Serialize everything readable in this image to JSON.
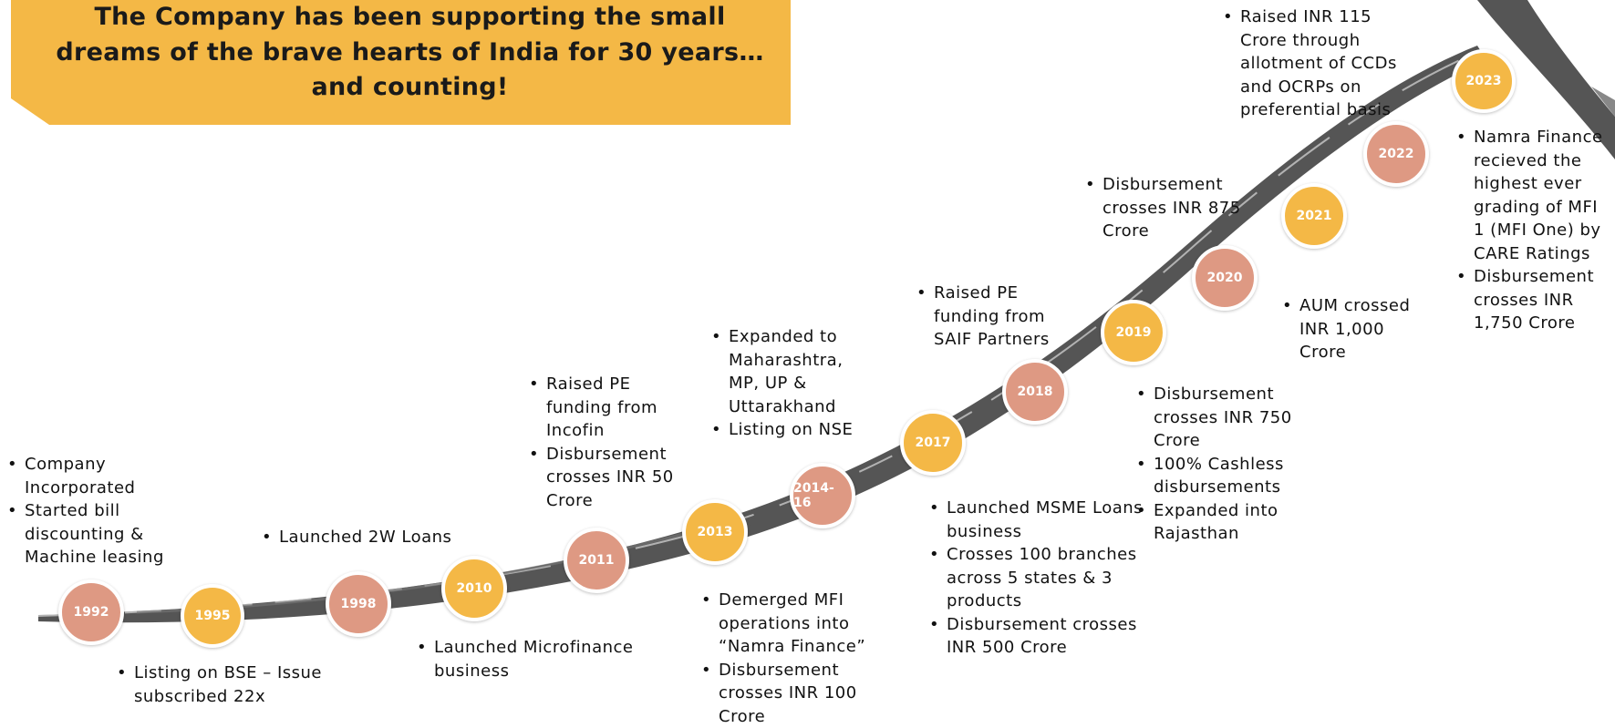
{
  "title": "The Company has been supporting the small dreams of the brave hearts of India for 30 years… and counting!",
  "colors": {
    "banner": "#F4B846",
    "pink_circle": "#DE9983",
    "gold_circle": "#F4B846",
    "road": "#555555"
  },
  "milestones": [
    {
      "year": "1992",
      "events": [
        "Company Incorporated",
        "Started bill discounting & Machine leasing"
      ]
    },
    {
      "year": "1995",
      "events": [
        "Listing on BSE – Issue subscribed 22x"
      ]
    },
    {
      "year": "1998",
      "events": [
        "Launched 2W Loans"
      ]
    },
    {
      "year": "2010",
      "events": [
        "Launched Microfinance business"
      ]
    },
    {
      "year": "2011",
      "events": [
        "Raised PE funding from Incofin",
        "Disbursement crosses INR 50 Crore"
      ]
    },
    {
      "year": "2013",
      "events": [
        "Demerged MFI operations into “Namra Finance”",
        "Disbursement crosses INR 100 Crore"
      ]
    },
    {
      "year": "2014-16",
      "events": [
        "Expanded to Maharashtra, MP, UP & Uttarakhand",
        "Listing on NSE"
      ]
    },
    {
      "year": "2017",
      "events": [
        "Launched MSME Loans business",
        "Crosses 100 branches across 5 states & 3 products",
        "Disbursement crosses INR 500 Crore"
      ]
    },
    {
      "year": "2018",
      "events": [
        "Raised PE funding from SAIF Partners"
      ]
    },
    {
      "year": "2019",
      "events": [
        "Disbursement crosses INR 750 Crore",
        "100% Cashless disbursements",
        "Expanded into Rajasthan"
      ]
    },
    {
      "year": "2020",
      "events": [
        "AUM crossed INR 1,000 Crore"
      ]
    },
    {
      "year": "2021",
      "events": [
        "Disbursement crosses INR 875 Crore"
      ]
    },
    {
      "year": "2022",
      "events": [
        "Raised INR 115 Crore through allotment of CCDs and OCRPs on preferential basis"
      ]
    },
    {
      "year": "2023",
      "events": [
        "Namra Finance recieved the highest ever grading of MFI 1 (MFI One) by CARE Ratings",
        "Disbursement crosses INR 1,750 Crore"
      ]
    }
  ]
}
